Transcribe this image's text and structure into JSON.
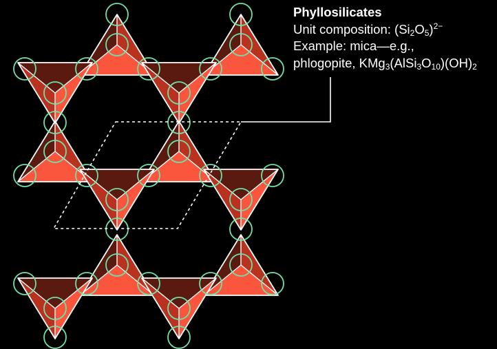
{
  "caption": {
    "title": "Phyllosilicates",
    "composition": {
      "label": "Unit composition: (Si",
      "si_sub": "2",
      "o": "O",
      "o_sub": "5",
      "close": ")",
      "charge": "2−"
    },
    "example_line": "Example: mica—e.g.,",
    "formula": {
      "prefix": "phlogopite, KMg",
      "mg_sub": "3",
      "alsi": "(AlSi",
      "si_sub": "3",
      "o": "O",
      "o_sub": "10",
      "tail": ")(OH)",
      "oh_sub": "2"
    }
  },
  "colors": {
    "background": "#000000",
    "tetra_dark": "#5a1a10",
    "tetra_mid": "#b8321f",
    "tetra_light": "#fa553d",
    "edge": "#ffffff",
    "oxygen": "#6fe0a8",
    "unit_cell": "#ffffff",
    "leader": "#ffffff"
  }
}
